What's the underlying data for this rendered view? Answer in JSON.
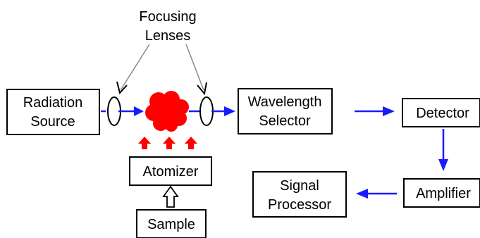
{
  "labels": {
    "focusing_lenses": [
      "Focusing",
      "Lenses"
    ],
    "radiation_source": [
      "Radiation",
      "Source"
    ],
    "wavelength_selector": [
      "Wavelength",
      "Selector"
    ],
    "detector": "Detector",
    "atomizer": "Atomizer",
    "amplifier": "Amplifier",
    "signal_processor": [
      "Signal",
      "Processor"
    ],
    "sample": "Sample"
  },
  "colors": {
    "beam": "#1a1aff",
    "flame": "#ff0000",
    "heat_arrows": "#ff0000",
    "box_stroke": "#000000"
  }
}
